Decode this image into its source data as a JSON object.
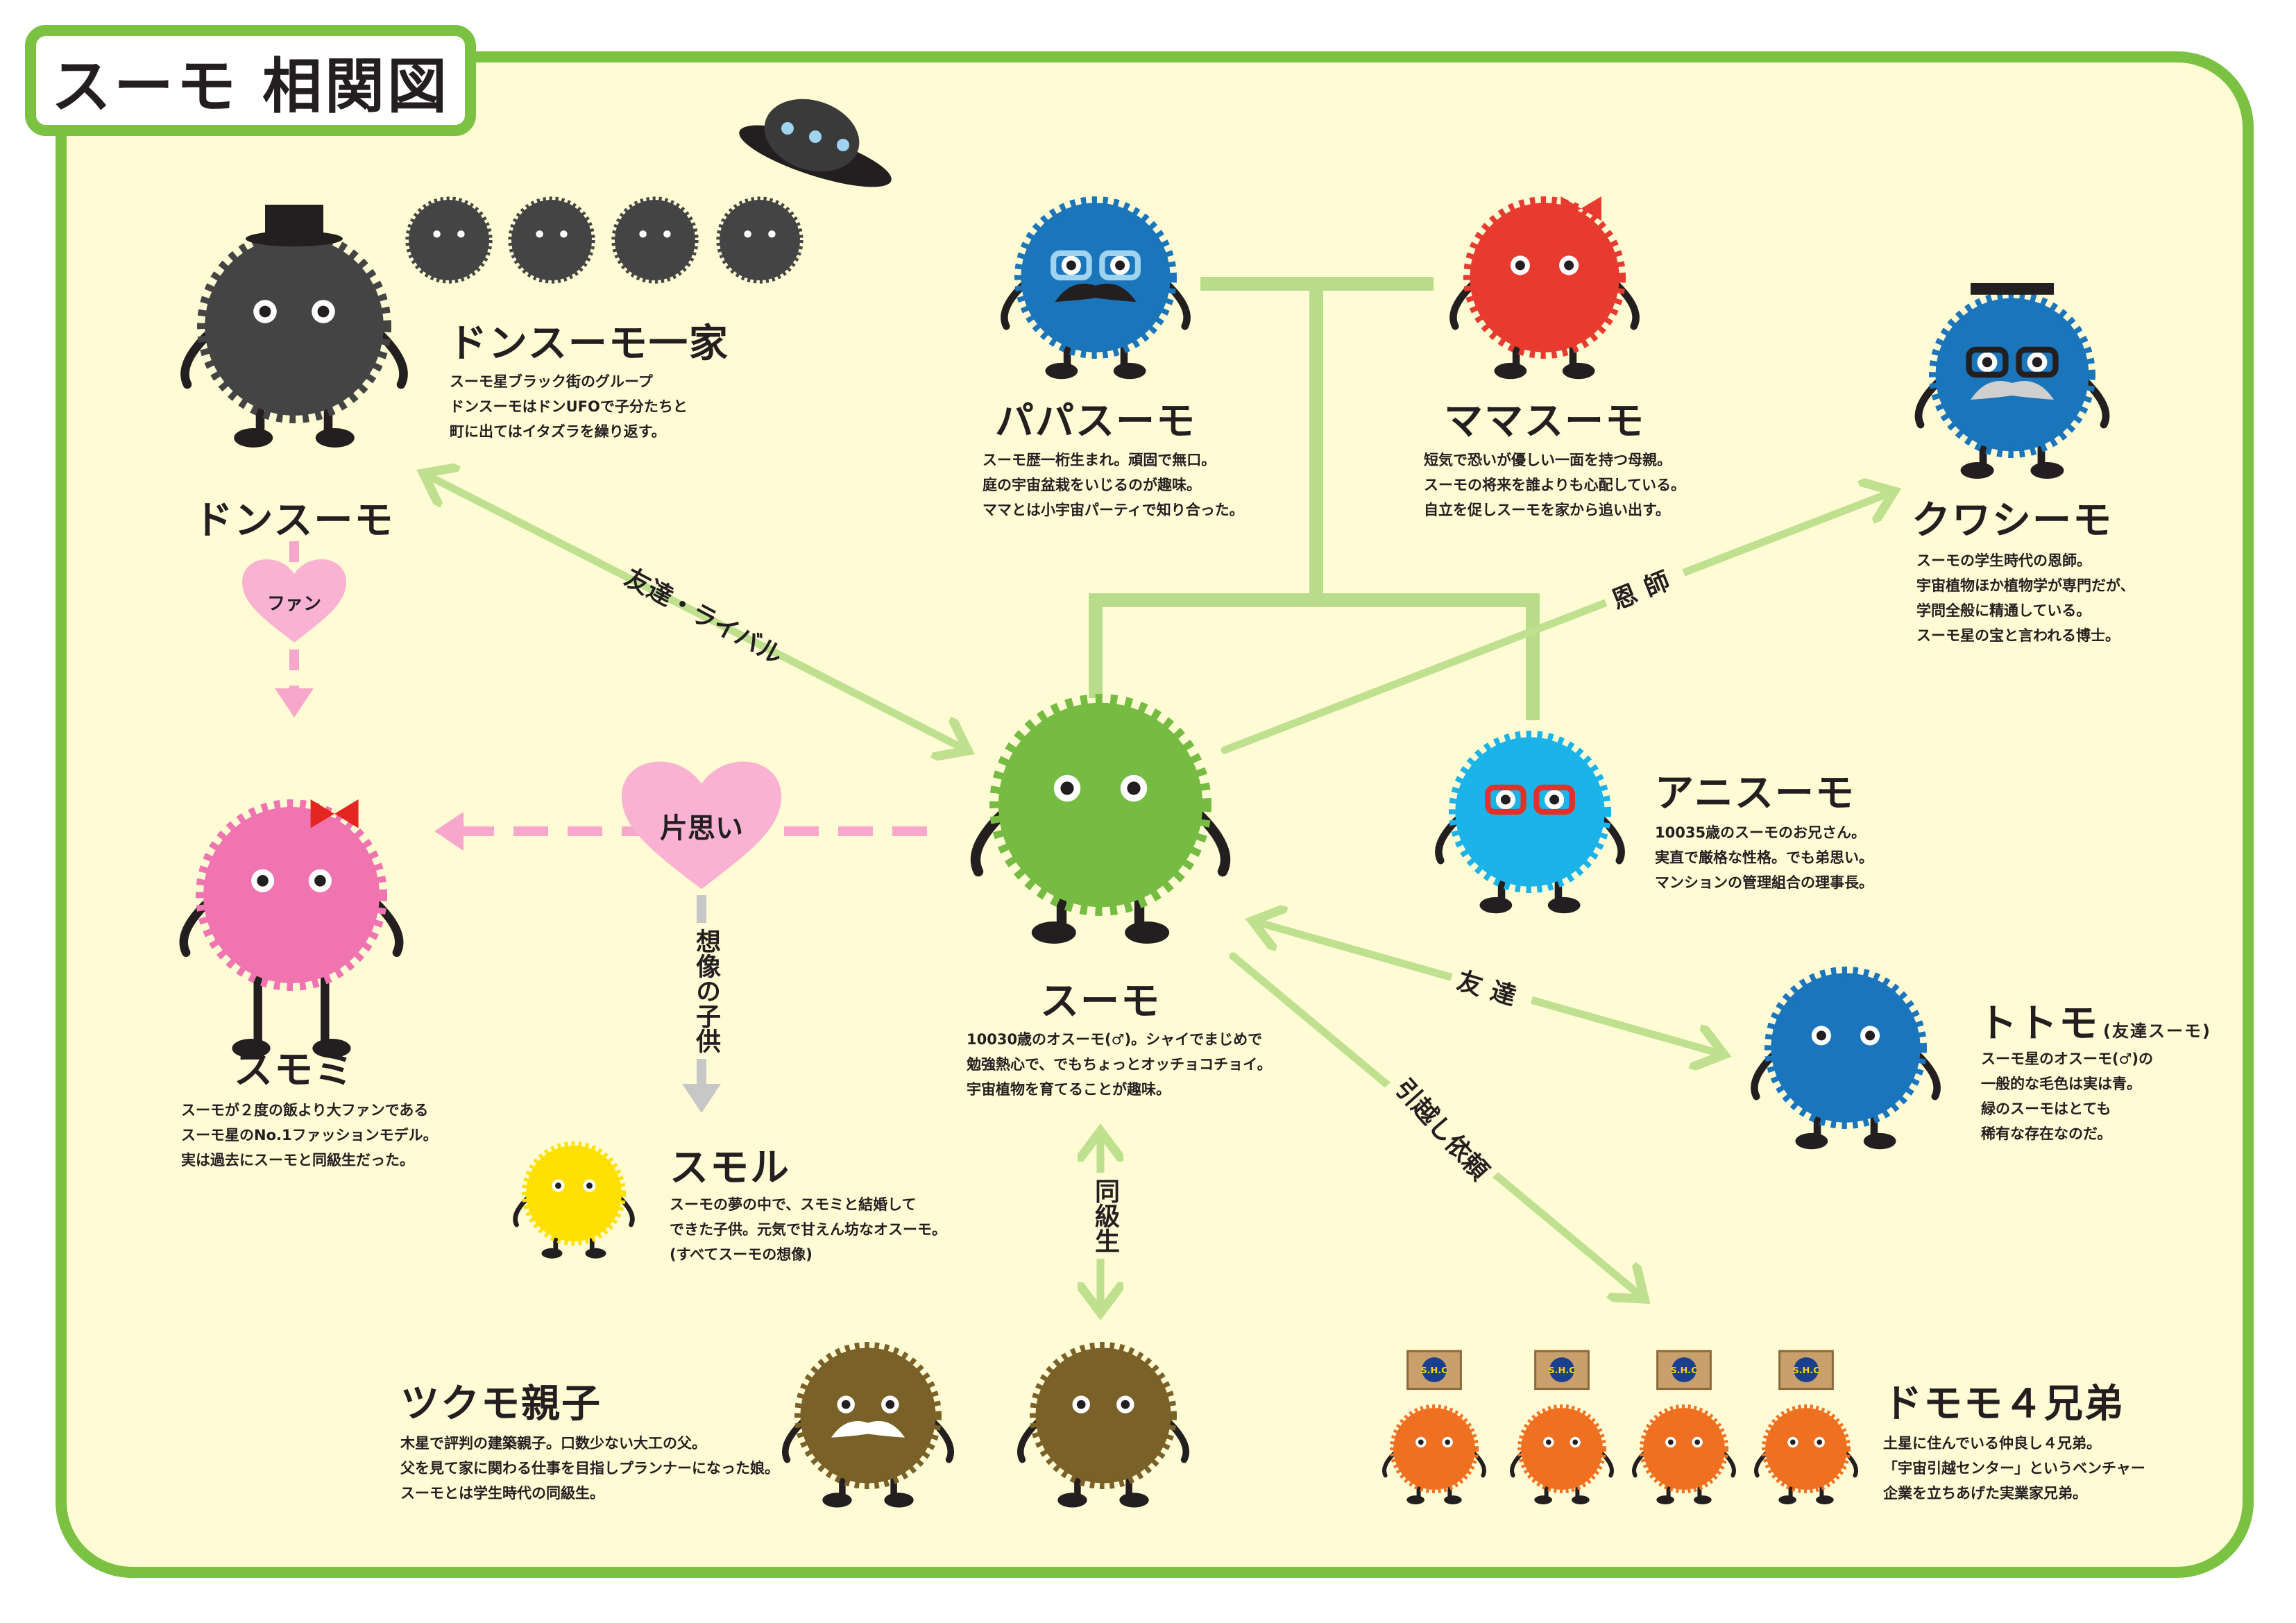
{
  "title": "スーモ 相関図",
  "colors": {
    "frame": "#7bc142",
    "background": "#fffbd5",
    "relation_line": "#bfe08f",
    "family_line": "#b8dc8a",
    "crush": "#f6a7cb",
    "imagination": "#c7c7c7"
  },
  "characters": {
    "donsumo": {
      "name": "ドンスーモ",
      "color": "#444444"
    },
    "donsumo_family": {
      "name": "ドンスーモ一家",
      "desc": [
        "スーモ星ブラック街のグループ",
        "ドンスーモはドンUFOで子分たちと",
        "町に出てはイタズラを繰り返す。"
      ]
    },
    "papa": {
      "name": "パパスーモ",
      "color": "#1a75bb",
      "desc": [
        "スーモ歴一桁生まれ。頑固で無口。",
        "庭の宇宙盆栽をいじるのが趣味。",
        "ママとは小宇宙パーティで知り合った。"
      ]
    },
    "mama": {
      "name": "ママスーモ",
      "color": "#e63b2e",
      "desc": [
        "短気で恐いが優しい一面を持つ母親。",
        "スーモの将来を誰よりも心配している。",
        "自立を促しスーモを家から追い出す。"
      ]
    },
    "kuwashimo": {
      "name": "クワシーモ",
      "color": "#1a75bb",
      "desc": [
        "スーモの学生時代の恩師。",
        "宇宙植物ほか植物学が専門だが、",
        "学問全般に精通している。",
        "スーモ星の宝と言われる博士。"
      ]
    },
    "sumo": {
      "name": "スーモ",
      "color": "#76bc42",
      "desc": [
        "10030歳のオスーモ(♂)。シャイでまじめで",
        "勉強熱心で、でもちょっとオッチョコチョイ。",
        "宇宙植物を育てることが趣味。"
      ]
    },
    "anisumo": {
      "name": "アニスーモ",
      "color": "#1cb3e8",
      "desc": [
        "10035歳のスーモのお兄さん。",
        "実直で厳格な性格。でも弟思い。",
        "マンションの管理組合の理事長。"
      ]
    },
    "totomo": {
      "name": "トトモ",
      "note": "(友達スーモ)",
      "color": "#1b75bc",
      "desc": [
        "スーモ星のオスーモ(♂)の",
        "一般的な毛色は実は青。",
        "緑のスーモはとても",
        "稀有な存在なのだ。"
      ]
    },
    "sumomi": {
      "name": "スモミ",
      "color": "#ef74b0",
      "desc": [
        "スーモが２度の飯より大ファンである",
        "スーモ星のNo.1ファッションモデル。",
        "実は過去にスーモと同級生だった。"
      ]
    },
    "sumoru": {
      "name": "スモル",
      "color": "#ffe000",
      "desc": [
        "スーモの夢の中で、スモミと結婚して",
        "できた子供。元気で甘えん坊なオスーモ。",
        "(すべてスーモの想像)"
      ]
    },
    "tsukumo": {
      "name": "ツクモ親子",
      "color": "#7a6128",
      "desc": [
        "木星で評判の建築親子。口数少ない大工の父。",
        "父を見て家に関わる仕事を目指しプランナーになった娘。",
        "スーモとは学生時代の同級生。"
      ]
    },
    "domomo": {
      "name": "ドモモ４兄弟",
      "color": "#f07021",
      "sign": "S.H.C",
      "desc": [
        "土星に住んでいる仲良し４兄弟。",
        "「宇宙引越センター」というベンチャー",
        "企業を立ちあげた実業家兄弟。"
      ]
    }
  },
  "relations": {
    "rival": "友達・ライバル",
    "mentor": "恩師",
    "crush": "片思い",
    "fan": "ファン",
    "imagined_child": "想像の子供",
    "classmate": "同級生",
    "friend": "友達",
    "moving": "引越し依頼"
  }
}
